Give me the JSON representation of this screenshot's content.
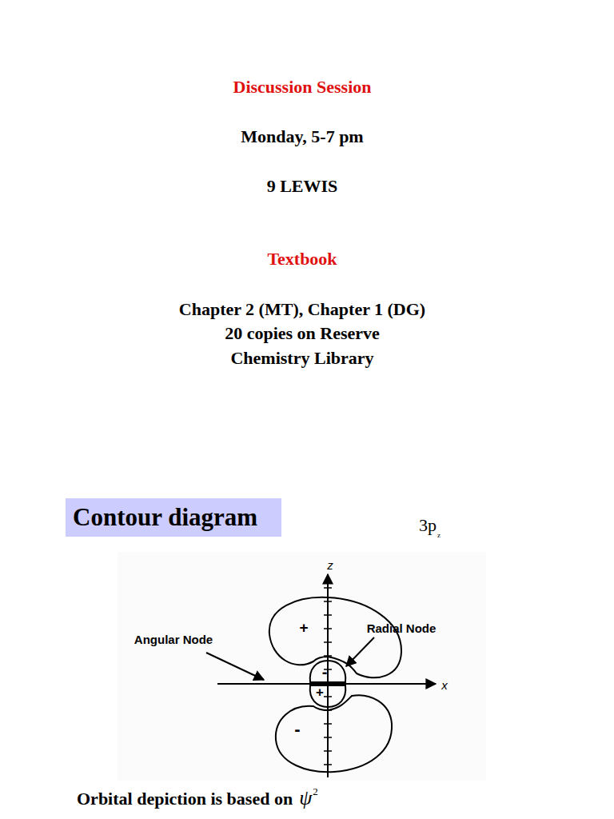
{
  "diagram": {
    "nodes": [
      {
        "text": [
          "Contour diagram"
        ]
      }
    ],
    "labels": [
      "Discussion Session",
      "Monday, 5-7 pm",
      "9 LEWIS",
      "Textbook",
      "Chapter 2 (MT), Chapter 1 (DG)",
      "20 copies on Reserve",
      "Chemistry Library",
      "3p",
      "z",
      "z",
      "+",
      "Radial Node",
      "Angular Node",
      "-",
      "x",
      "+",
      "-",
      "Orbital depiction is based on",
      "ψ",
      "2"
    ]
  }
}
